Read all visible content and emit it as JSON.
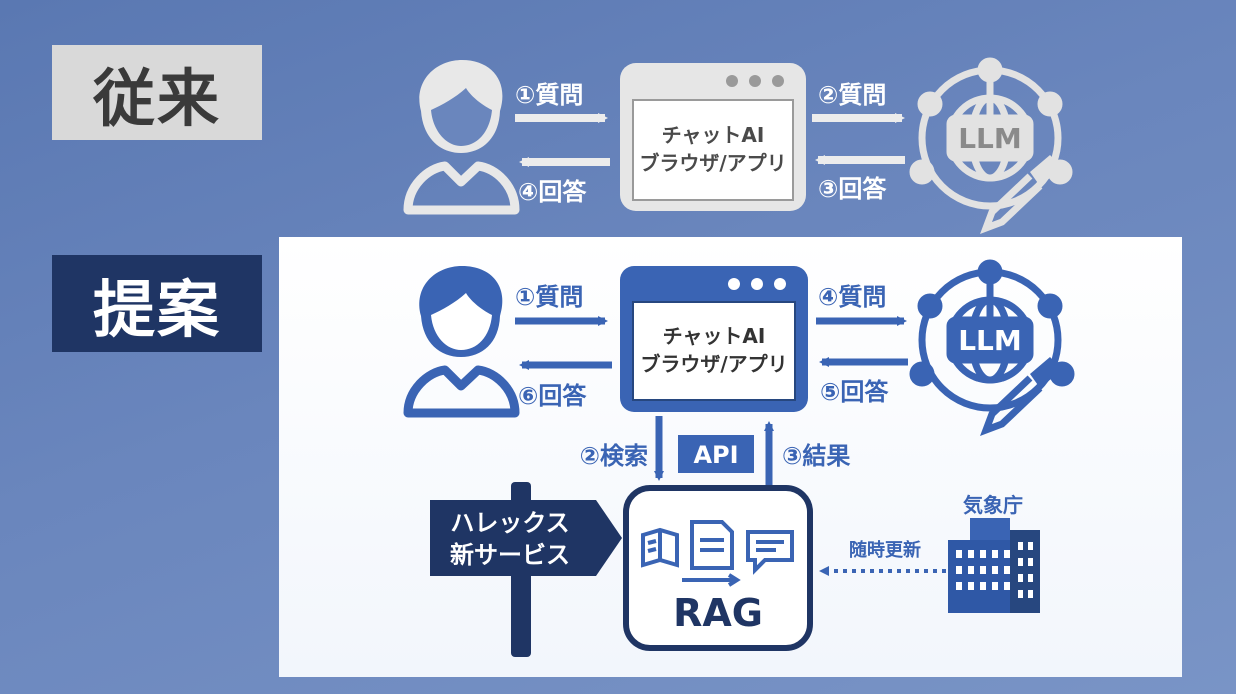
{
  "labels": {
    "traditional": "従来",
    "proposal": "提案"
  },
  "traditional": {
    "step1": "①質問",
    "step2": "②質問",
    "step3": "③回答",
    "step4": "④回答",
    "app_line1": "チャットAI",
    "app_line2": "ブラウザ/アプリ",
    "llm": "LLM"
  },
  "proposal": {
    "step1": "①質問",
    "step2": "②検索",
    "step3": "③結果",
    "step4": "④質問",
    "step5": "⑤回答",
    "step6": "⑥回答",
    "app_line1": "チャットAI",
    "app_line2": "ブラウザ/アプリ",
    "llm": "LLM",
    "api": "API",
    "rag": "RAG",
    "sign_line1": "ハレックス",
    "sign_line2": "新サービス",
    "agency": "気象庁",
    "update": "随時更新"
  },
  "colors": {
    "blue": "#3a64b4",
    "navy": "#1f3564",
    "gray": "#e6e6e6",
    "panel": "#f3f6fc"
  }
}
